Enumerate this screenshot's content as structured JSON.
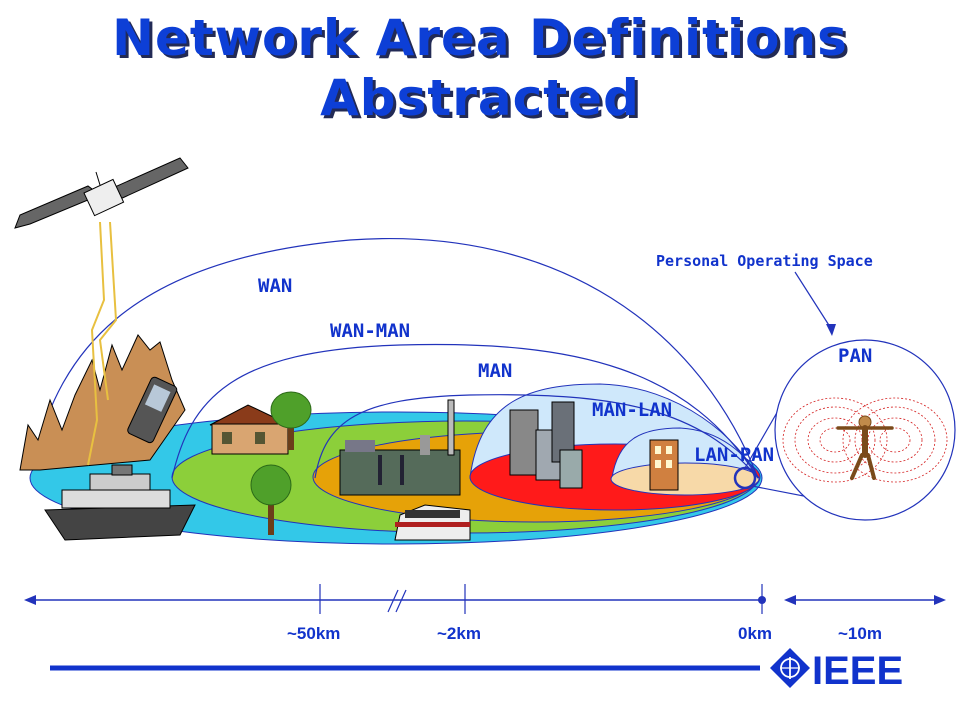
{
  "title": {
    "line1": "Network Area Definitions",
    "line2": "Abstracted"
  },
  "labels": {
    "wan": "WAN",
    "wan_man": "WAN-MAN",
    "man": "MAN",
    "man_lan": "MAN-LAN",
    "lan_pan": "LAN-PAN",
    "pan": "PAN",
    "personal_operating_space": "Personal Operating Space"
  },
  "scale": {
    "far": "~50km",
    "mid": "~2km",
    "zero": "0km",
    "pan_range": "~10m"
  },
  "logo": {
    "text": "IEEE"
  },
  "colors": {
    "title": "#0d3fd6",
    "label": "#1133cc",
    "wan_ring": "#33c8e8",
    "wan_man_ring": "#8ccf3a",
    "man_ring": "#e6a208",
    "man_lan_ring": "#ff1a1a",
    "lan_pan_ring": "#f7d9a8",
    "dome": "#cfe8fb",
    "line": "#2233bb"
  }
}
